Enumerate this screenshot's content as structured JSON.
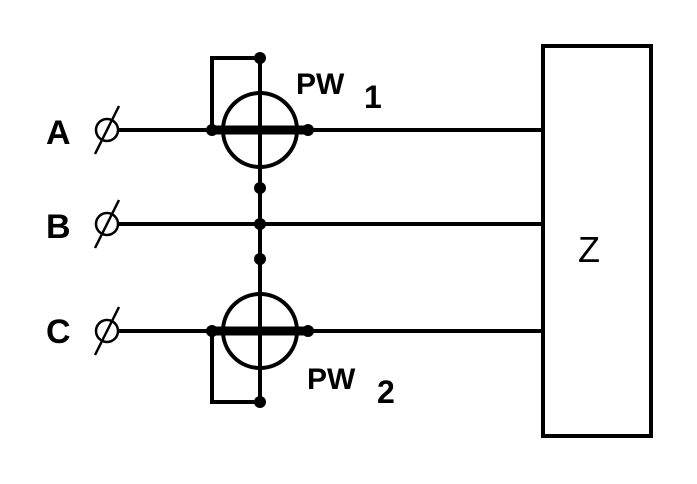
{
  "phases": [
    {
      "label": "A"
    },
    {
      "label": "B"
    },
    {
      "label": "C"
    }
  ],
  "meters": [
    {
      "name": "PW",
      "sub": "1"
    },
    {
      "name": "PW",
      "sub": "2"
    }
  ],
  "load": {
    "label": "Z"
  }
}
